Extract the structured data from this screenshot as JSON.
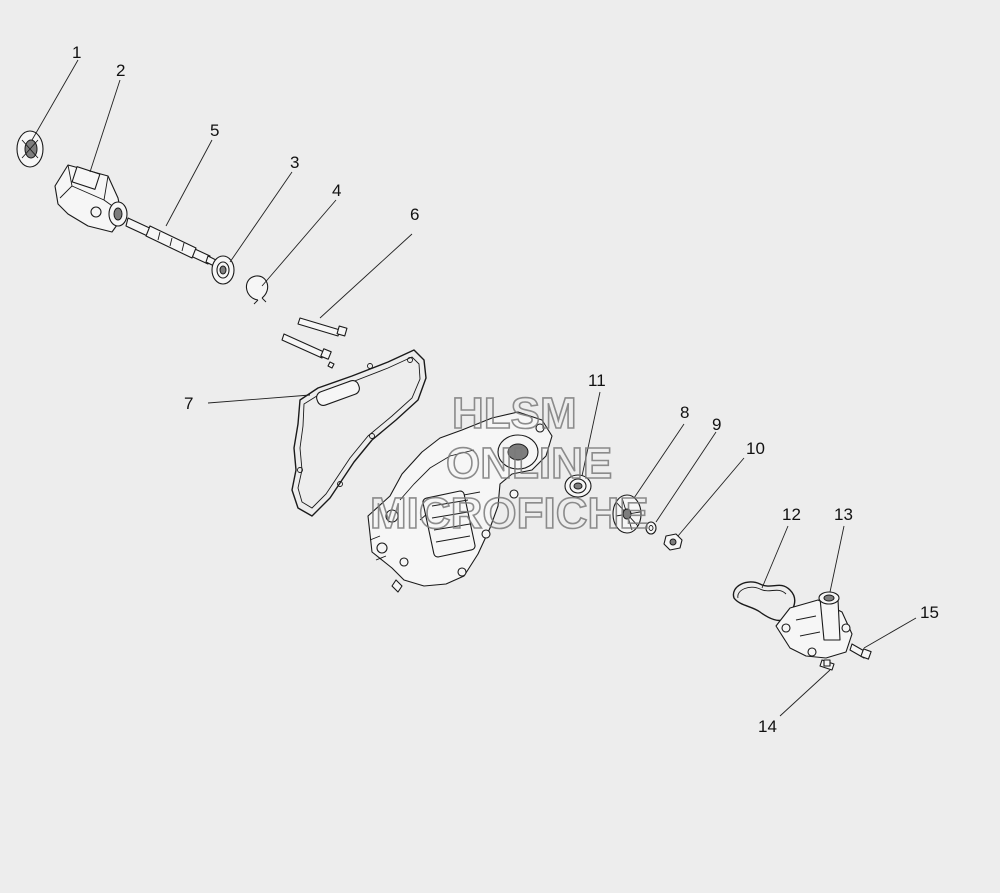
{
  "callouts": [
    {
      "id": "1",
      "label": "1"
    },
    {
      "id": "2",
      "label": "2"
    },
    {
      "id": "3",
      "label": "3"
    },
    {
      "id": "4",
      "label": "4"
    },
    {
      "id": "5",
      "label": "5"
    },
    {
      "id": "6",
      "label": "6"
    },
    {
      "id": "7",
      "label": "7"
    },
    {
      "id": "8",
      "label": "8"
    },
    {
      "id": "9",
      "label": "9"
    },
    {
      "id": "10",
      "label": "10"
    },
    {
      "id": "11",
      "label": "11"
    },
    {
      "id": "12",
      "label": "12"
    },
    {
      "id": "13",
      "label": "13"
    },
    {
      "id": "14",
      "label": "14"
    },
    {
      "id": "15",
      "label": "15"
    }
  ],
  "watermark": {
    "line1": "HLSM",
    "line2": "ONLINE",
    "line3": "MICROFICHE"
  },
  "colors": {
    "background": "#ededed",
    "line": "#1a1a1a",
    "watermark": "#7a7a7a"
  }
}
